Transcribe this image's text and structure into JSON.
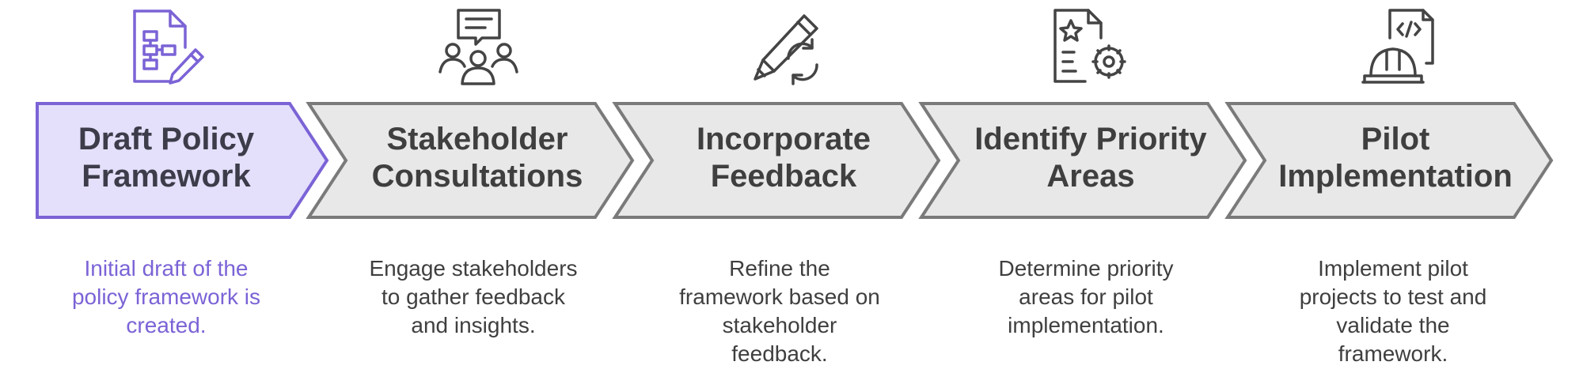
{
  "steps": [
    {
      "title_line1": "Draft Policy",
      "title_line2": "Framework",
      "description": [
        "Initial draft of the",
        "policy framework is",
        "created."
      ],
      "icon": "document-flowchart-pencil-icon",
      "active": true
    },
    {
      "title_line1": "Stakeholder",
      "title_line2": "Consultations",
      "description": [
        "Engage stakeholders",
        "to gather feedback",
        "and insights."
      ],
      "icon": "group-speech-bubble-icon",
      "active": false
    },
    {
      "title_line1": "Incorporate",
      "title_line2": "Feedback",
      "description": [
        "Refine the",
        "framework based on",
        "stakeholder",
        "feedback."
      ],
      "icon": "pencil-refresh-icon",
      "active": false
    },
    {
      "title_line1": "Identify Priority",
      "title_line2": "Areas",
      "description": [
        "Determine priority",
        "areas for pilot",
        "implementation."
      ],
      "icon": "document-star-gear-icon",
      "active": false
    },
    {
      "title_line1": "Pilot",
      "title_line2": "Implementation",
      "description": [
        "Implement pilot",
        "projects to test and",
        "validate the",
        "framework."
      ],
      "icon": "hardhat-code-document-icon",
      "active": false
    }
  ],
  "colors": {
    "active_fill": "#e4e0fb",
    "active_stroke": "#7b63d6",
    "inactive_fill": "#e8e8e8",
    "inactive_stroke": "#7a7a7a",
    "text": "#3f3f3f"
  }
}
